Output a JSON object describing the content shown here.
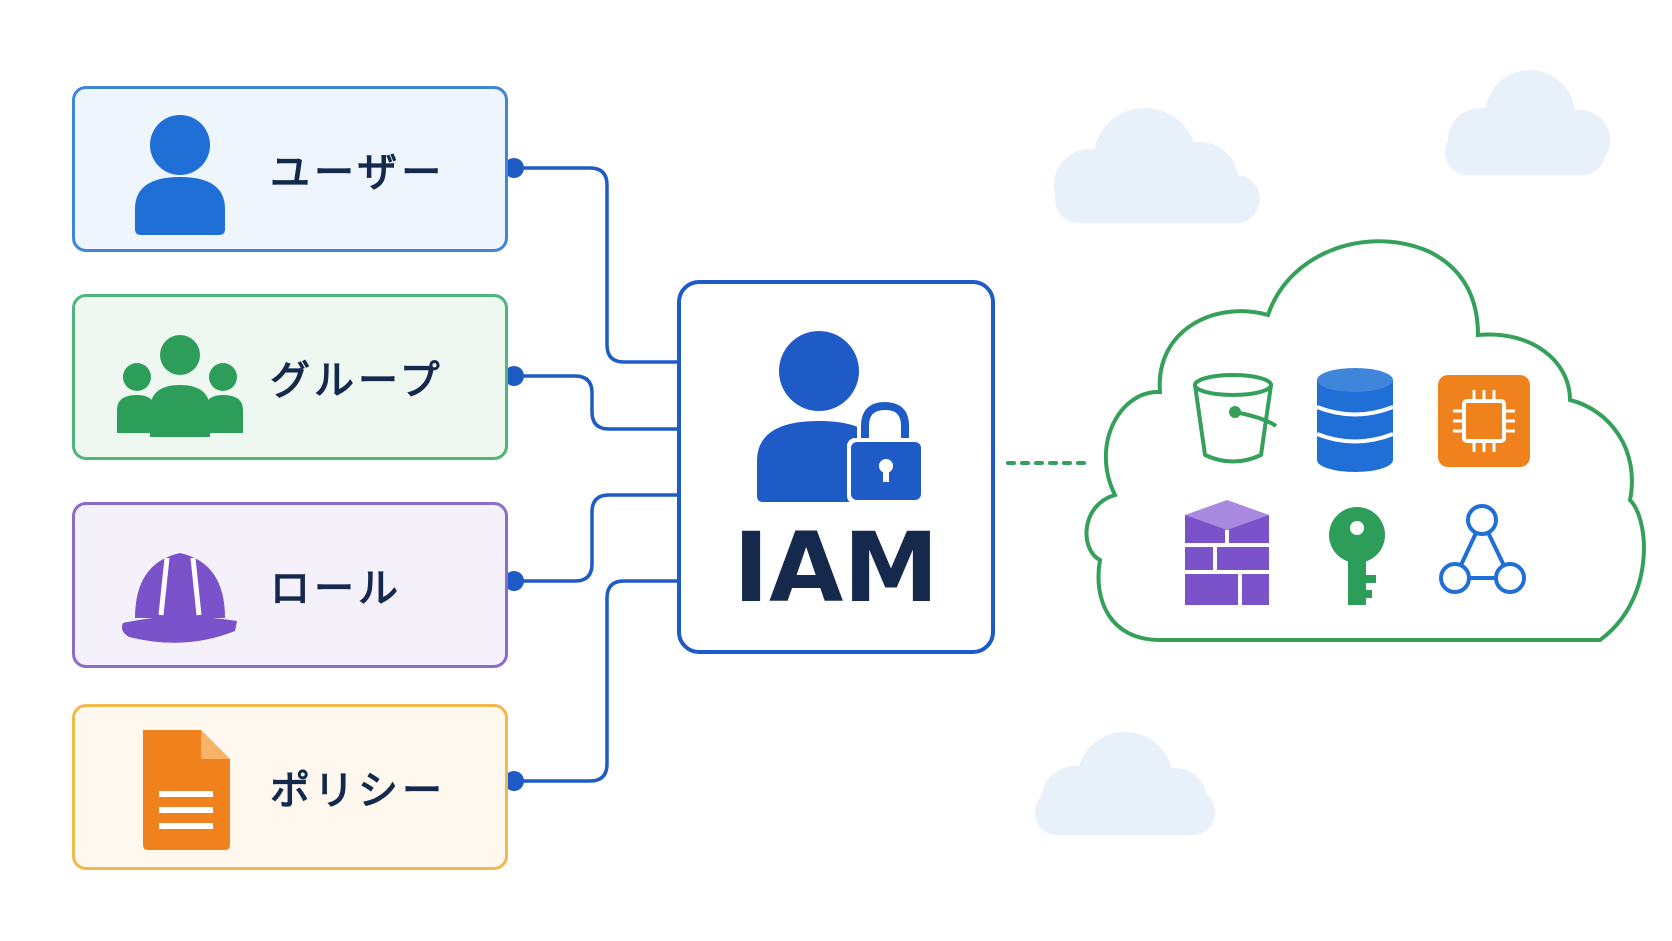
{
  "entities": [
    {
      "label": "ユーザー",
      "icon": "user-icon",
      "color": "#1f6fd6",
      "bg": "#eef5fd",
      "border": "#3f86db"
    },
    {
      "label": "グループ",
      "icon": "group-icon",
      "color": "#2d9e5a",
      "bg": "#eef8f1",
      "border": "#4fb57a"
    },
    {
      "label": "ロール",
      "icon": "hardhat-icon",
      "color": "#7a52c9",
      "bg": "#f4f1fb",
      "border": "#8a6ccb"
    },
    {
      "label": "ポリシー",
      "icon": "document-icon",
      "color": "#f0821d",
      "bg": "#fef8ee",
      "border": "#f2b84b"
    }
  ],
  "iam": {
    "label": "IAM",
    "icon": "user-lock-icon",
    "color": "#1e5bc6"
  },
  "cloud_services": [
    {
      "icon": "bucket-icon"
    },
    {
      "icon": "database-icon"
    },
    {
      "icon": "chip-icon"
    },
    {
      "icon": "stacked-blocks-icon"
    },
    {
      "icon": "key-icon"
    },
    {
      "icon": "network-triangle-icon"
    }
  ],
  "colors": {
    "link": "#1e5bc6",
    "cloud_outline": "#34a05a",
    "decor_cloud": "#e8f0fa",
    "label_text": "#15294d"
  }
}
